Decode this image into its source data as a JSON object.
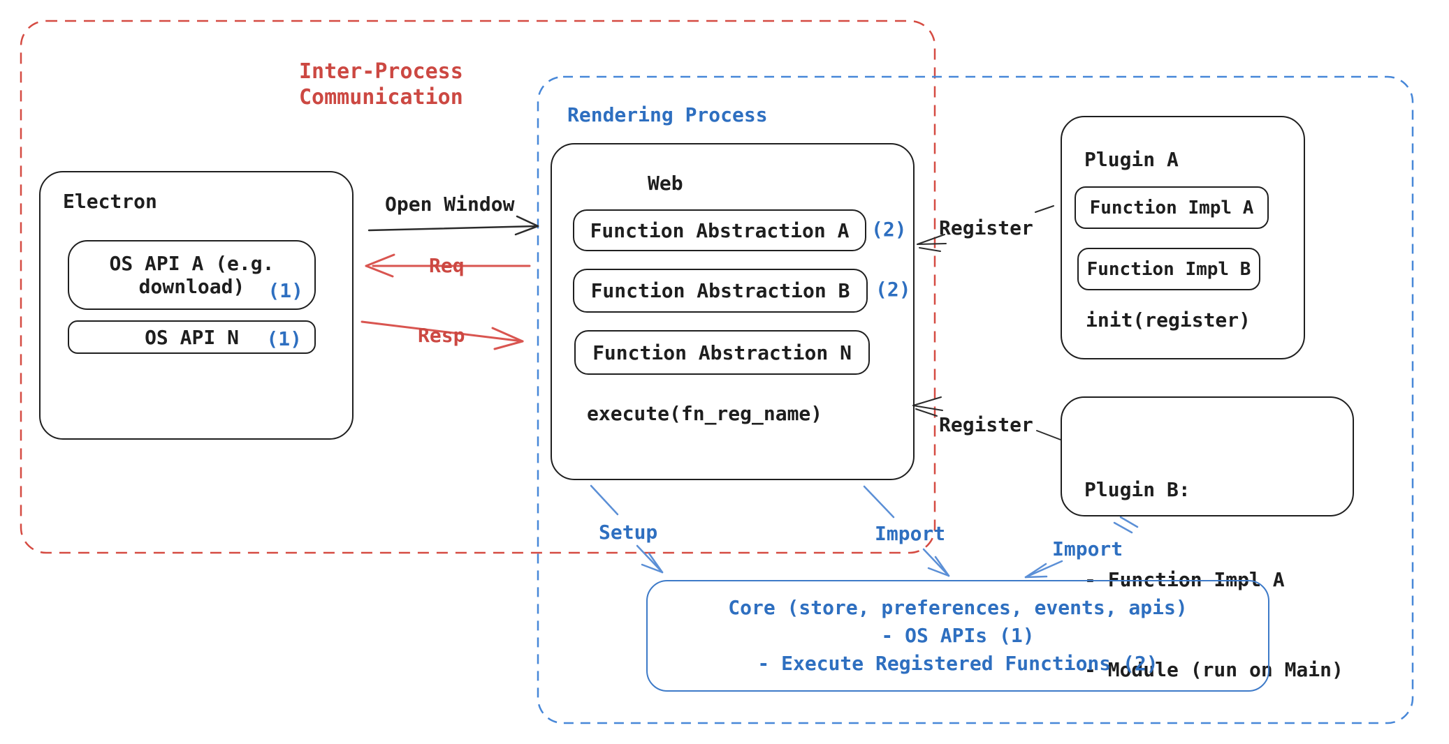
{
  "ipc_group": {
    "label_line1": "Inter-Process",
    "label_line2": "Communication"
  },
  "rendering_group": {
    "label": "Rendering Process"
  },
  "electron": {
    "title": "Electron",
    "os_api_a": {
      "line1": "OS API A (e.g.",
      "line2": "download)",
      "badge": "(1)"
    },
    "os_api_n": {
      "label": "OS API N",
      "badge": "(1)"
    }
  },
  "web": {
    "title": "Web",
    "items": [
      {
        "label": "Function Abstraction A",
        "badge": "(2)"
      },
      {
        "label": "Function Abstraction B",
        "badge": "(2)"
      },
      {
        "label": "Function Abstraction N",
        "badge": ""
      }
    ],
    "footer": "execute(fn_reg_name)"
  },
  "plugin_a": {
    "title": "Plugin A",
    "impl_a": "Function Impl A",
    "impl_b": "Function Impl B",
    "footer": "init(register)"
  },
  "plugin_b": {
    "title": "Plugin B:",
    "line1": "- Function Impl A",
    "line2": "- Module (run on Main)"
  },
  "core": {
    "line1": "Core (store, preferences, events, apis)",
    "line2": "- OS APIs (1)",
    "line3": "- Execute Registered Functions (2)"
  },
  "arrows": {
    "open_window": "Open Window",
    "req": "Req",
    "resp": "Resp",
    "register_top": "Register",
    "register_bottom": "Register",
    "setup": "Setup",
    "import_web": "Import",
    "import_plugin": "Import"
  },
  "colors": {
    "red": "#cc4842",
    "blue": "#2e6fc0",
    "blue_border": "#4787d8",
    "black": "#1e1e1e"
  }
}
